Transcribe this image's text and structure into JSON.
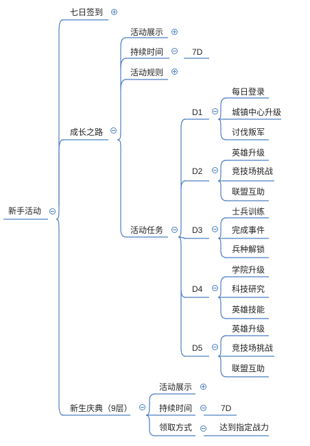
{
  "mindmap": {
    "root": "新手活动",
    "branch_7day": "七日签到",
    "branch_growth": "成长之路",
    "growth_show": "活动展示",
    "growth_duration": "持续时间",
    "growth_duration_value": "7D",
    "growth_rules": "活动规则",
    "growth_tasks": "活动任务",
    "days": [
      {
        "label": "D1",
        "tasks": [
          "每日登录",
          "城镇中心升级",
          "讨伐叛军"
        ]
      },
      {
        "label": "D2",
        "tasks": [
          "英雄升级",
          "竞技场挑战",
          "联盟互助"
        ]
      },
      {
        "label": "D3",
        "tasks": [
          "士兵训练",
          "完成事件",
          "兵种解锁"
        ]
      },
      {
        "label": "D4",
        "tasks": [
          "学院升级",
          "科技研究",
          "英雄技能"
        ]
      },
      {
        "label": "D5",
        "tasks": [
          "英雄升级",
          "竞技场挑战",
          "联盟互助"
        ]
      }
    ],
    "branch_celebration": "新生庆典（9层）",
    "cel_show": "活动展示",
    "cel_duration": "持续时间",
    "cel_duration_value": "7D",
    "cel_claim": "领取方式",
    "cel_claim_value": "达到指定战力"
  },
  "colors": {
    "line": "#4a7cc0",
    "text": "#222222",
    "toggle": "#4a7cc0"
  },
  "icons": {
    "expand": "plus-circle-icon",
    "collapse": "minus-circle-icon"
  }
}
